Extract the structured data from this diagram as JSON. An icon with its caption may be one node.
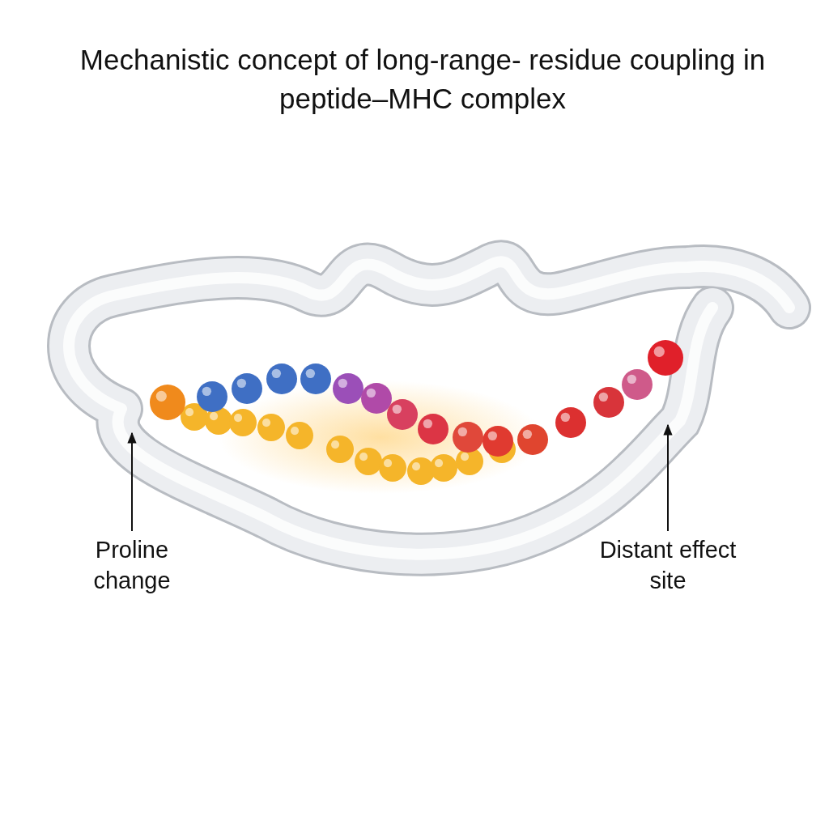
{
  "diagram": {
    "title": "Mechanistic concept of long-range- residue coupling in peptide–MHC complex",
    "nodes": [
      {
        "text": [
          "Proline change"
        ]
      },
      {
        "text": [
          "Distant effect site"
        ]
      }
    ],
    "edges": [
      {
        "from": 0,
        "to": null,
        "arrow": "to"
      },
      {
        "from": 1,
        "to": null,
        "arrow": "to"
      }
    ]
  }
}
